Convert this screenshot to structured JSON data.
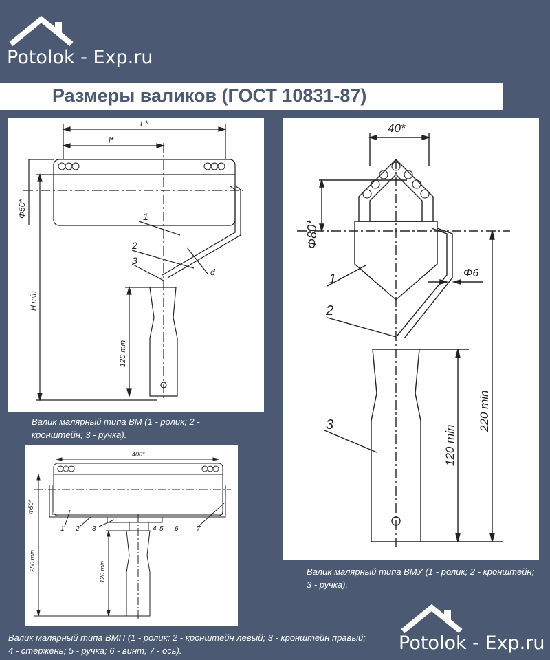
{
  "site": {
    "brand": "Potolok - Exp.ru"
  },
  "title": "Размеры валиков (ГОСТ 10831-87)",
  "figure_bm": {
    "labels": {
      "L": "L*",
      "l": "l*",
      "diameter": "Φ50*",
      "h": "H min",
      "min120": "120 min",
      "d": "d",
      "n1": "1",
      "n2": "2",
      "n3": "3"
    },
    "caption": "Валик малярный типа ВМ (1 - ролик; 2 - кронштейн; 3 - ручка)."
  },
  "figure_bmu": {
    "labels": {
      "width": "40*",
      "diameter": "Φ80*",
      "rod": "Φ6",
      "min220": "220 min",
      "min120": "120 min",
      "n1": "1",
      "n2": "2",
      "n3": "3"
    },
    "caption": "Валик малярный типа ВМУ (1 - ролик; 2 - кронштейн; 3 - ручка)."
  },
  "figure_bmp": {
    "labels": {
      "width": "400*",
      "diameter": "Φ50*",
      "min250": "250 min",
      "min120": "120 min",
      "n1": "1",
      "n2": "2",
      "n3": "3",
      "n4": "4",
      "n5": "5",
      "n6": "6",
      "n7": "7"
    },
    "caption": "Валик малярный типа ВМП (1 - ролик; 2 - кронштейн левый; 3 - кронштейн правый; 4 - стержень; 5 - ручка; 6 - винт; 7 - ось)."
  }
}
